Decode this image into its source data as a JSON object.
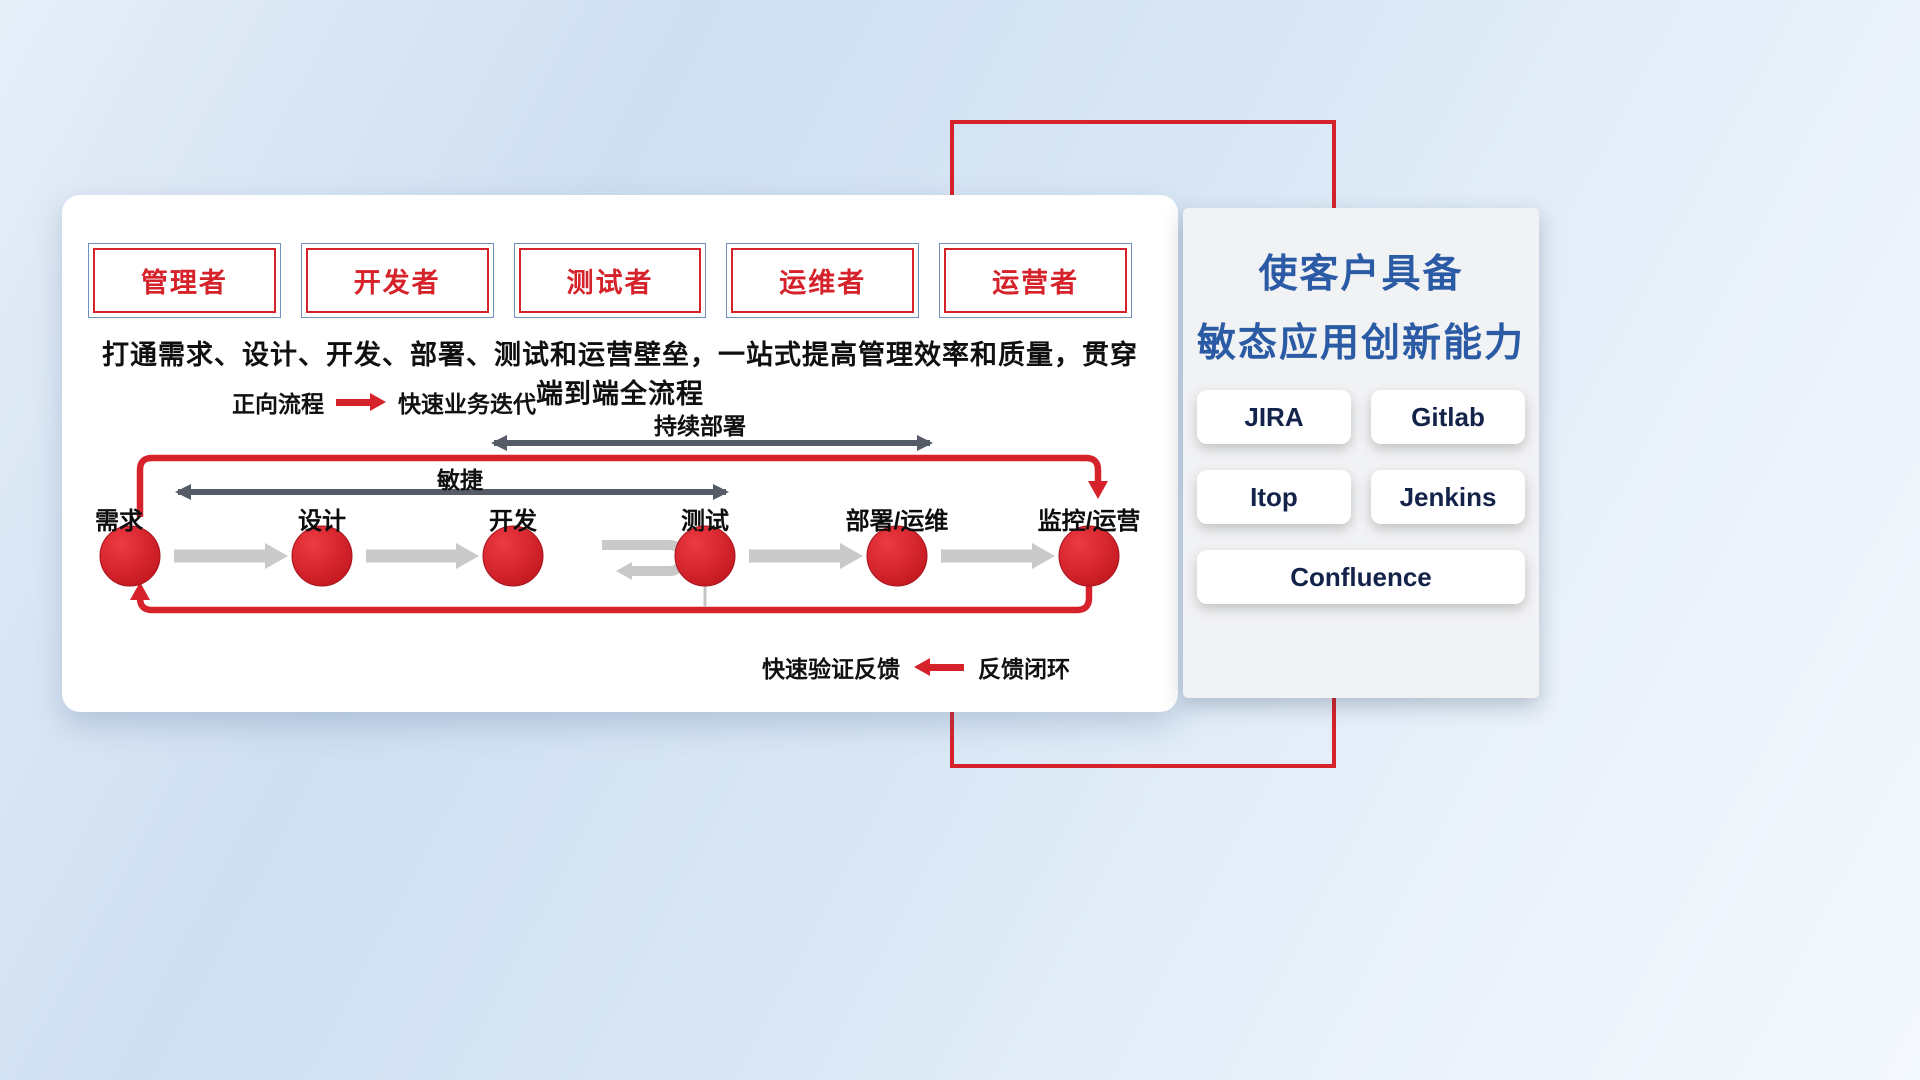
{
  "roles": [
    "管理者",
    "开发者",
    "测试者",
    "运维者",
    "运营者"
  ],
  "subtitle": "打通需求、设计、开发、部署、测试和运营壁垒，一站式提高管理效率和质量，贯穿端到端全流程",
  "legend_forward": {
    "label": "正向流程",
    "desc": "快速业务迭代"
  },
  "legend_feedback": {
    "desc": "快速验证反馈",
    "label": "反馈闭环"
  },
  "flow": {
    "agile": "敏捷",
    "continuous_deploy": "持续部署",
    "nodes": [
      "需求",
      "设计",
      "开发",
      "测试",
      "部署/运维",
      "监控/运营"
    ]
  },
  "panel": {
    "title_line1": "使客户具备",
    "title_line2": "敏态应用创新能力",
    "tools": [
      "JIRA",
      "Gitlab",
      "Itop",
      "Jenkins",
      "Confluence"
    ]
  },
  "colors": {
    "accent_red": "#d6222a",
    "dark_arrow": "#555c68",
    "gray_arrow": "#c9c9c9",
    "title_blue": "#2c5ba6"
  }
}
